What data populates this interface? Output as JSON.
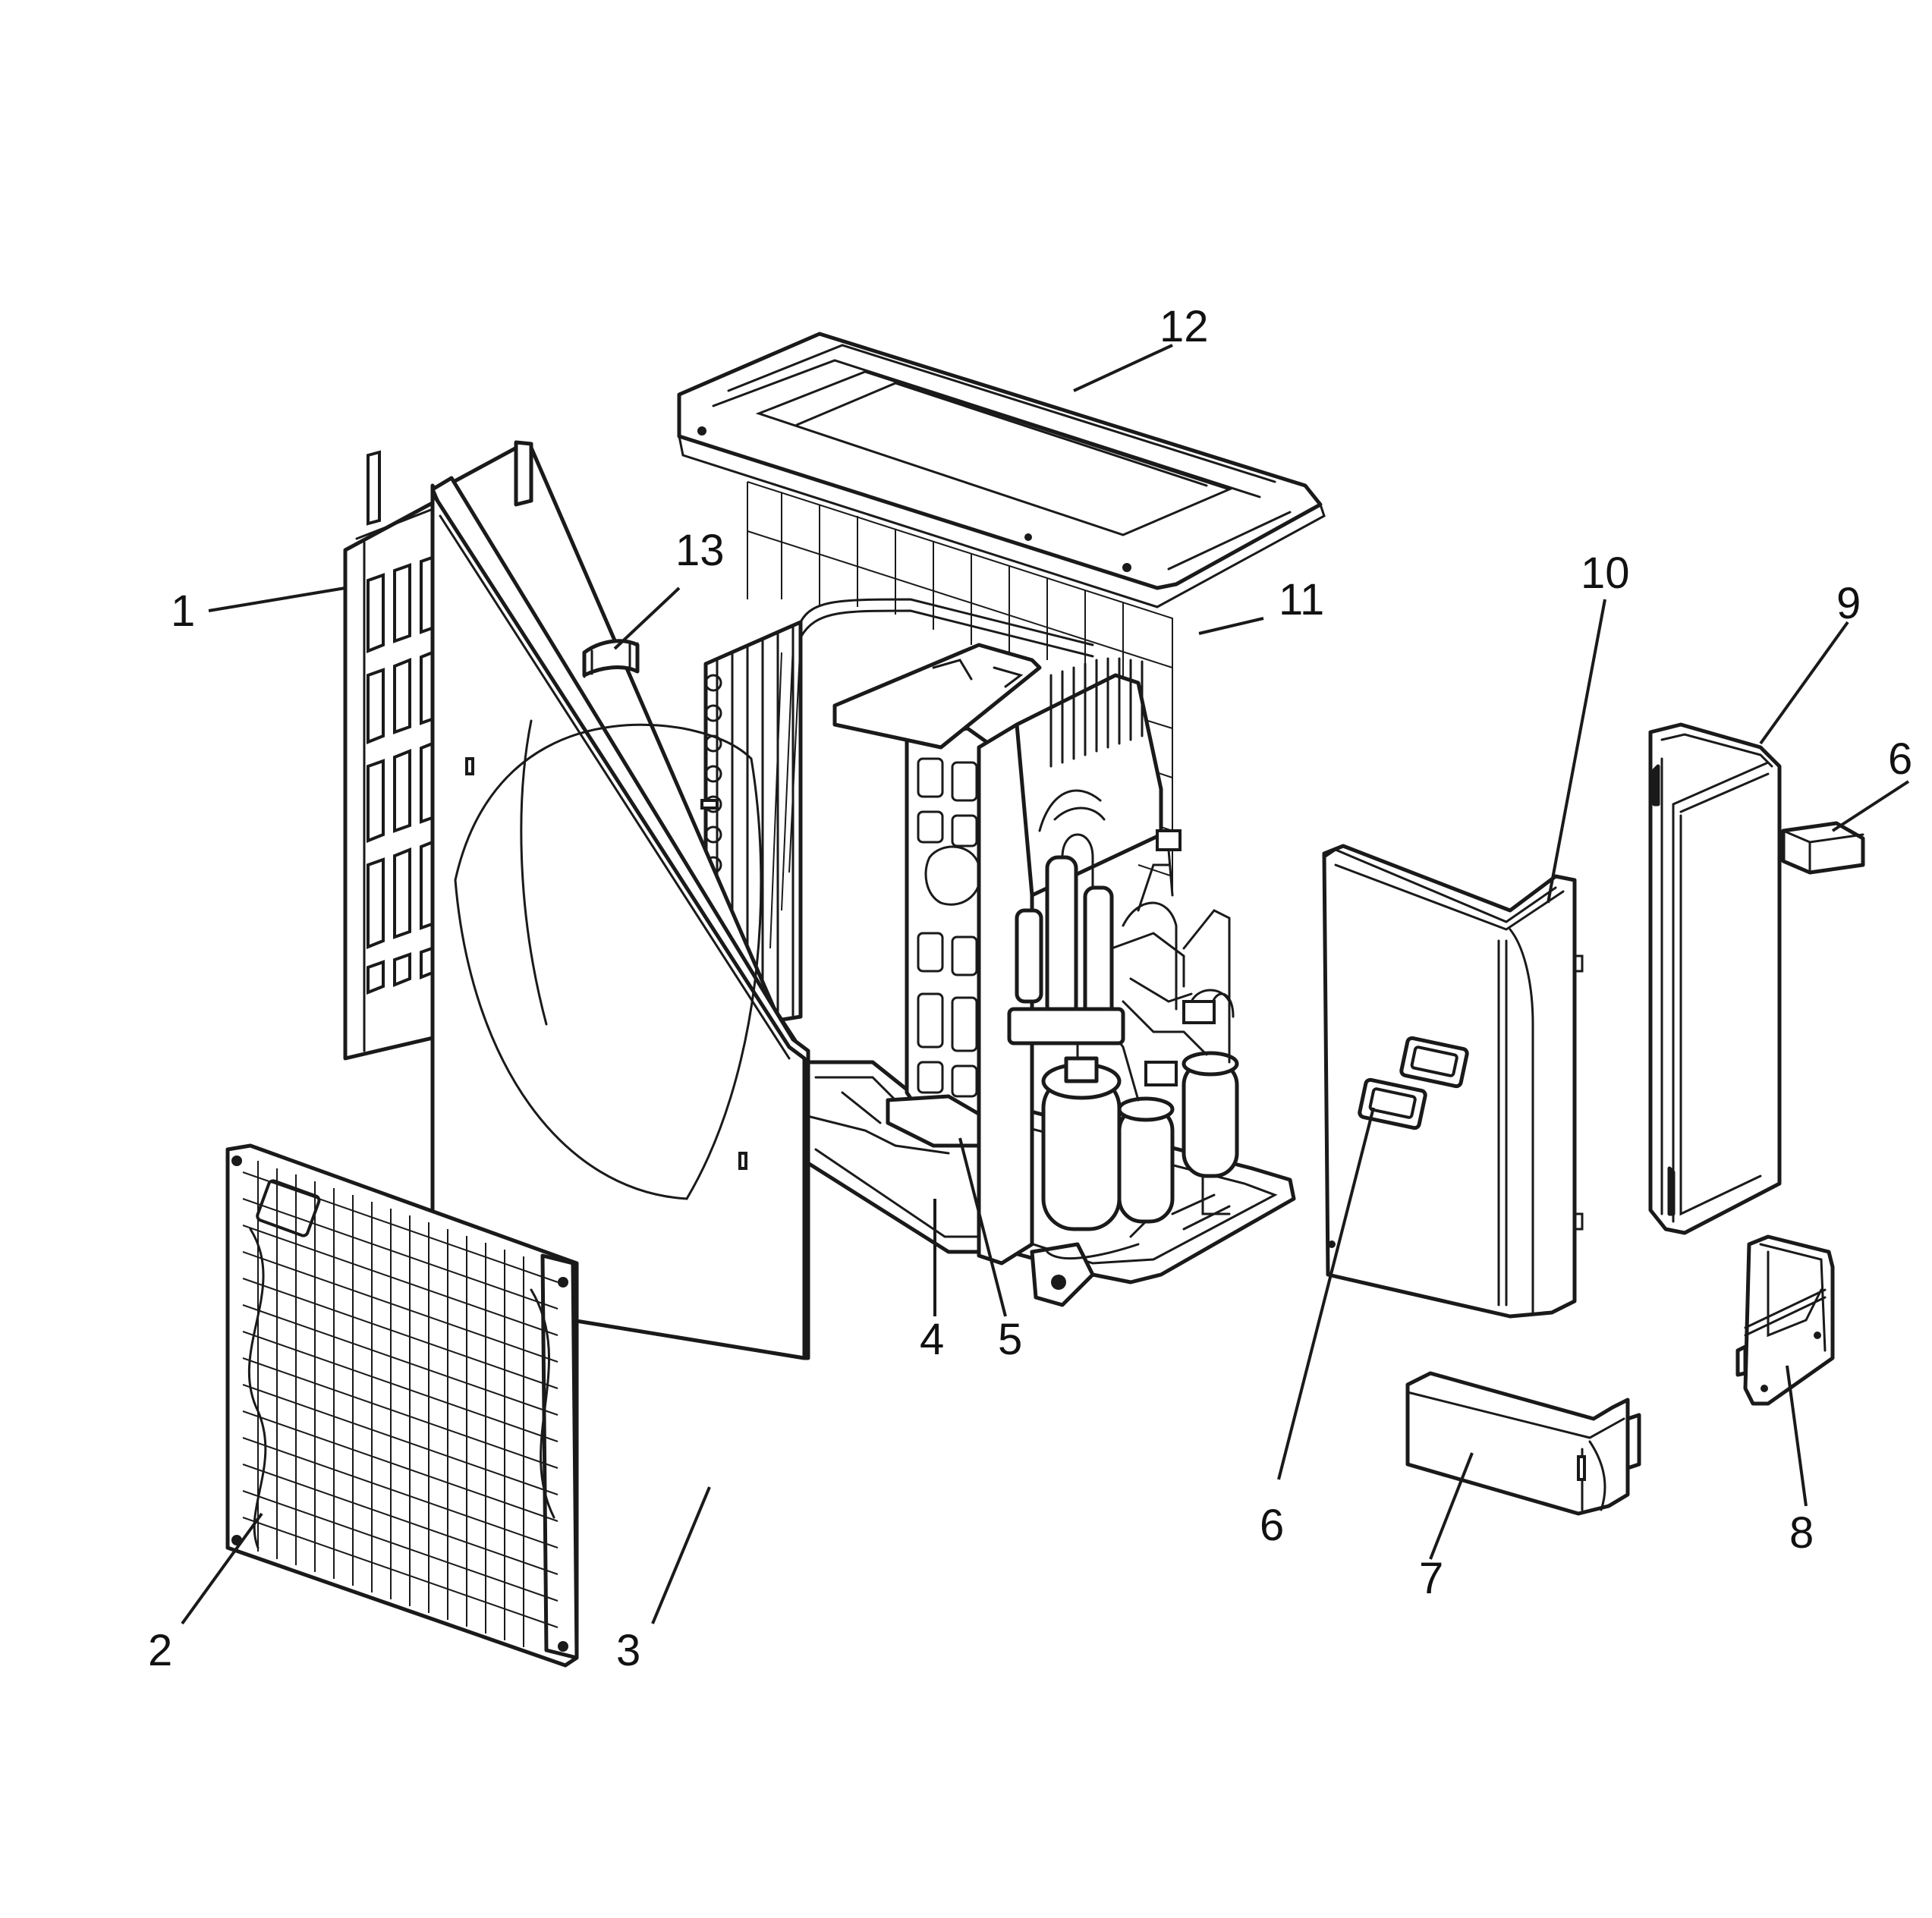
{
  "callouts": {
    "c1": "1",
    "c2": "2",
    "c3": "3",
    "c4": "4",
    "c5": "5",
    "c6a": "6",
    "c6b": "6",
    "c7": "7",
    "c8": "8",
    "c9": "9",
    "c10": "10",
    "c11": "11",
    "c12": "12",
    "c13": "13"
  }
}
